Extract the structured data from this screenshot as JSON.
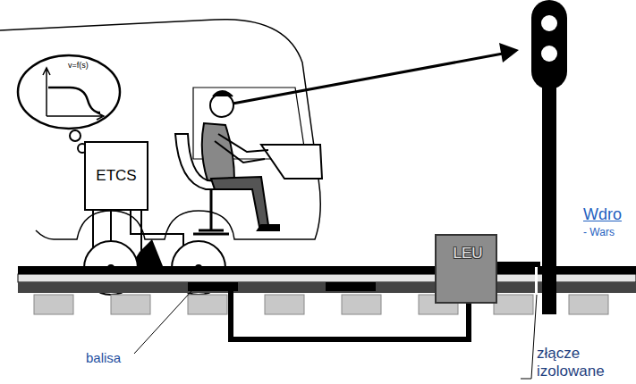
{
  "diagram": {
    "nodes": [
      {
        "text": [
          "v=f(s)"
        ]
      },
      {
        "text": [
          "ETCS"
        ]
      },
      {
        "text": [
          "LEU"
        ]
      }
    ],
    "labels": [
      "Wdro",
      "- Wars",
      "balisa",
      "złącze izolowane"
    ]
  }
}
